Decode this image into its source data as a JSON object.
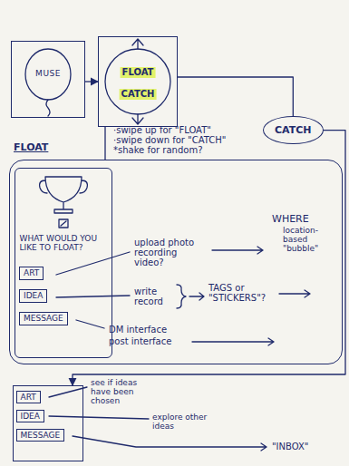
{
  "diagram": {
    "nodes": [
      {
        "text": [
          "MUSE"
        ]
      },
      {
        "text": [
          "FLOAT",
          "CATCH"
        ]
      },
      {
        "text": [
          "FLOAT"
        ]
      },
      {
        "text": [
          "CATCH"
        ]
      },
      {
        "text": [
          "WHAT WOULD YOU LIKE TO FLOAT?"
        ],
        "in": 2
      },
      {
        "text": [
          "ART"
        ],
        "in": 4
      },
      {
        "text": [
          "IDEA"
        ],
        "in": 4
      },
      {
        "text": [
          "MESSAGE"
        ],
        "in": 4
      },
      {
        "text": []
      },
      {
        "text": [
          "ART"
        ],
        "in": 8
      },
      {
        "text": [
          "IDEA"
        ],
        "in": 8
      },
      {
        "text": [
          "MESSAGE"
        ],
        "in": 8
      }
    ],
    "edges": [
      {
        "from": 0,
        "to": 1,
        "arrow": "to"
      },
      {
        "from": 1,
        "to": 2,
        "arrow": "none"
      },
      {
        "from": 1,
        "to": 3,
        "arrow": "none"
      },
      {
        "from": 3,
        "to": 8,
        "arrow": "to"
      }
    ],
    "labels": [
      "·swipe up for \"FLOAT\"",
      "·swipe down for \"CATCH\"",
      "*shake for random?",
      "upload photo recording video?",
      "write record",
      "TAGS or \"STICKERS\"?",
      "DM interface",
      "post interface",
      "WHERE",
      "location-based \"bubble\"",
      "see if ideas have been chosen",
      "explore other ideas",
      "\"INBOX\""
    ]
  }
}
